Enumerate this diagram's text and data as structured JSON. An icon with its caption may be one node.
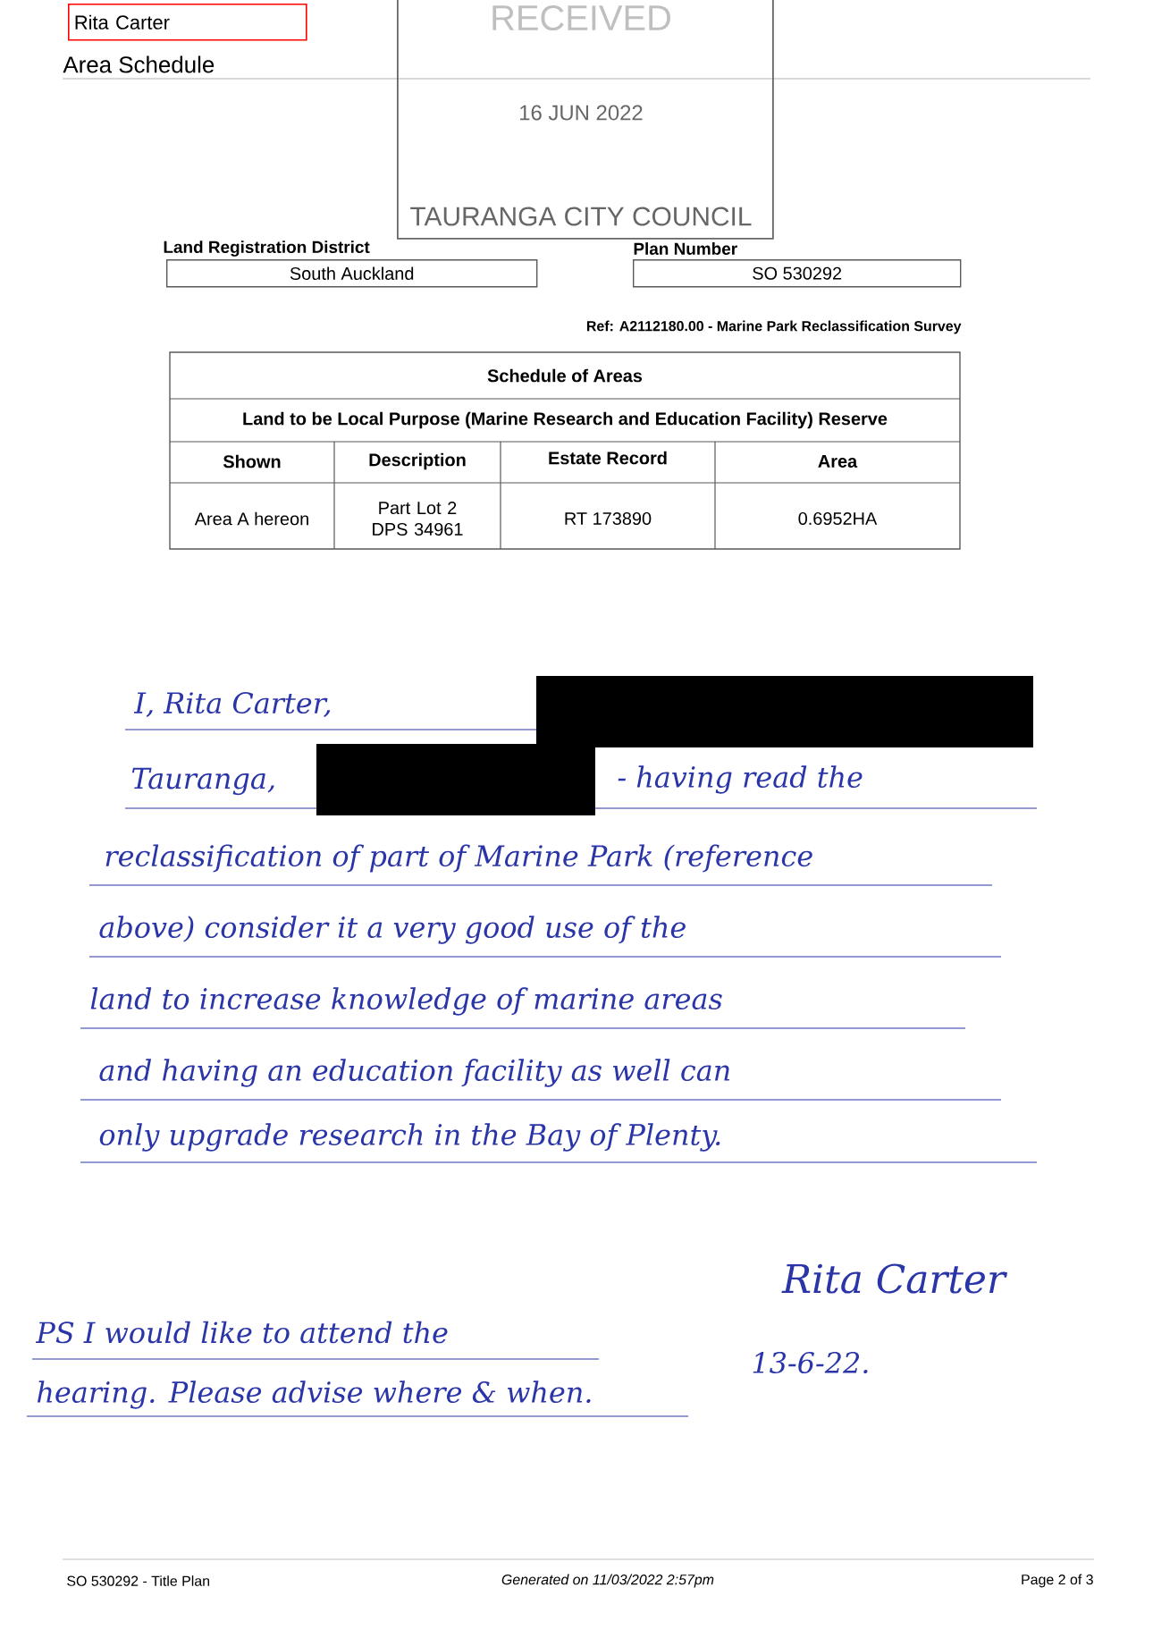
{
  "diagram": {
    "title": "Area Schedule",
    "nodes": [
      {
        "text": [
          "Rita Carter"
        ]
      },
      {
        "text": [
          "RECEIVED",
          "16 JUN 2022",
          "TAURANGA CITY COUNCIL"
        ]
      },
      {
        "text": [
          "Land Registration District",
          "South Auckland"
        ]
      },
      {
        "text": [
          "Plan Number",
          "SO 530292"
        ]
      }
    ],
    "labels": [
      "Ref: A2112180.00 - Marine Park Reclassification Survey",
      "Schedule of Areas",
      "Land to be Local Purpose (Marine Research and Education Facility) Reserve",
      "Shown",
      "Description",
      "Estate Record",
      "Area",
      "Area A hereon",
      "Part Lot 2 DPS 34961",
      "RT 173890",
      "0.6952HA",
      "I, Rita Carter,",
      "Tauranga,",
      "- having read the",
      "reclassification of part of Marine Park (reference",
      "above) consider it a very good use of the",
      "land to increase knowledge of marine areas",
      "and having an education facility as well can",
      "only upgrade research in the Bay of Plenty.",
      "Rita Carter",
      "PS I would like to attend the",
      "13-6-22.",
      "hearing. Please advise where & when.",
      "SO 530292 - Title Plan",
      "Generated on 11/03/2022 2:57pm",
      "Page 2 of 3"
    ]
  }
}
